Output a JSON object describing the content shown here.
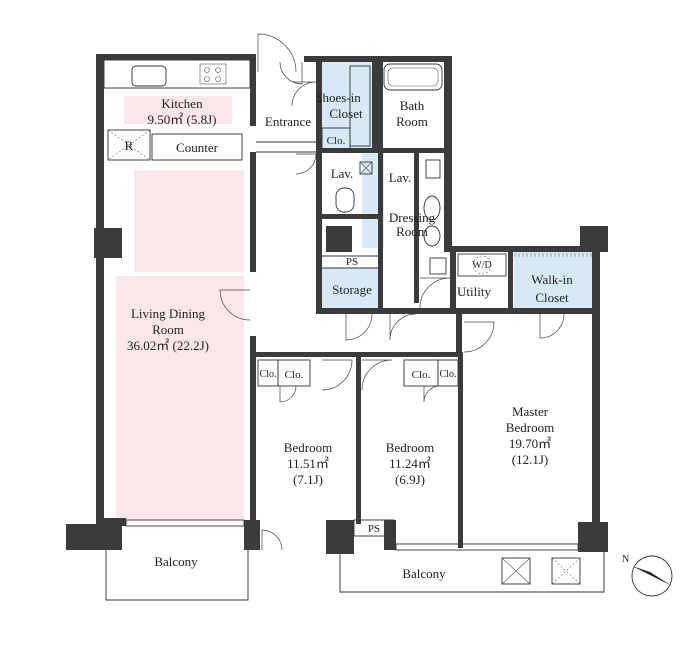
{
  "rooms": {
    "kitchen": {
      "name": "Kitchen",
      "area": "9.50㎡ (5.8J)"
    },
    "counter": "Counter",
    "fridge": "R",
    "living": {
      "name1": "Living Dining",
      "name2": "Room",
      "area": "36.02㎡ (22.2J)"
    },
    "entrance": "Entrance",
    "shoes_closet": {
      "line1": "Shoes-in",
      "line2": "Closet"
    },
    "bath": {
      "line1": "Bath",
      "line2": "Room"
    },
    "clo": "Clo.",
    "lav_left": "Lav.",
    "lav_right": "Lav.",
    "dressing": {
      "line1": "Dressing",
      "line2": "Room"
    },
    "ps_top": "PS",
    "storage": "Storage",
    "wd": "W/D",
    "utility": "Utility",
    "walkin": {
      "line1": "Walk-in",
      "line2": "Closet"
    },
    "bedroom1": {
      "name": "Bedroom",
      "area": "11.51㎡",
      "tatami": "(7.1J)"
    },
    "bedroom2": {
      "name": "Bedroom",
      "area": "11.24㎡",
      "tatami": "(6.9J)"
    },
    "master": {
      "line1": "Master",
      "line2": "Bedroom",
      "area": "19.70㎡",
      "tatami": "(12.1J)"
    },
    "ps_bottom": "PS",
    "balcony_left": "Balcony",
    "balcony_right": "Balcony",
    "north": "N"
  },
  "colors": {
    "floor_pink": "#fbe7e9",
    "closet_blue": "#d6e9f4",
    "wall": "#3b3b3b"
  }
}
